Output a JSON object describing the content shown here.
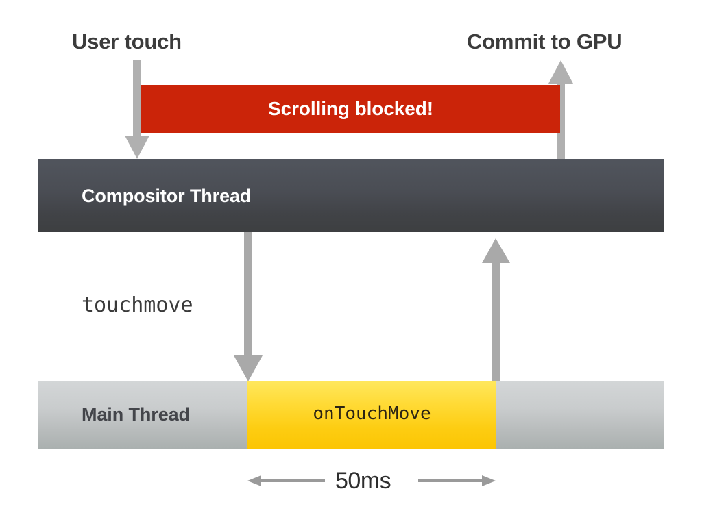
{
  "diagram": {
    "title_labels": {
      "user_touch": "User touch",
      "commit_to_gpu": "Commit to GPU"
    },
    "lanes": [
      {
        "id": "compositor",
        "label": "Compositor Thread",
        "fill_top": "#51555d",
        "fill_bottom": "#3d3f41",
        "text_color": "#ffffff"
      },
      {
        "id": "main",
        "label": "Main Thread",
        "fill_top": "#d3d6d7",
        "fill_bottom": "#aab0af",
        "text_color": "#43454a"
      }
    ],
    "blocks": [
      {
        "id": "scrolling-blocked",
        "label": "Scrolling blocked!",
        "color": "#cb2409",
        "text_color": "#ffffff"
      },
      {
        "id": "ontouchmove",
        "label": "onTouchMove",
        "color_top": "#ffe75c",
        "color_bottom": "#fcc503",
        "text_color": "#2b2414"
      }
    ],
    "event_label": "touchmove",
    "measurement": {
      "label": "50ms",
      "arrow_color": "#9a9a9a"
    },
    "arrow_color": "#b0b0b0",
    "background": "#ffffff"
  }
}
